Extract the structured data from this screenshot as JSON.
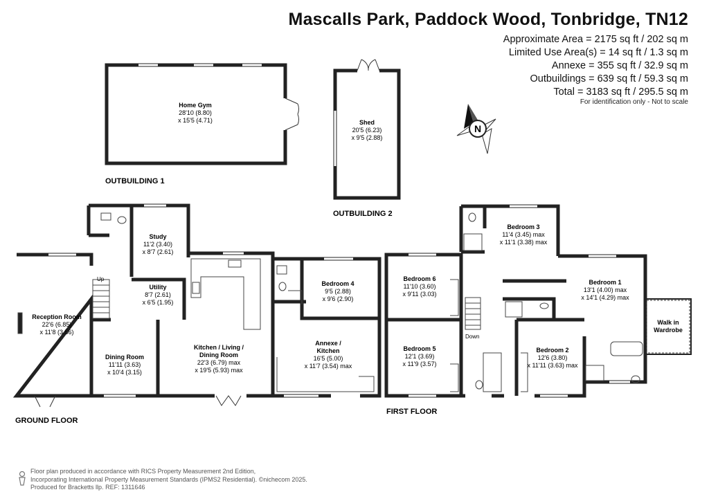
{
  "header": {
    "title": "Mascalls Park, Paddock Wood, Tonbridge, TN12",
    "areas": [
      "Approximate Area = 2175 sq ft / 202 sq m",
      "Limited Use Area(s) = 14 sq ft / 1.3 sq m",
      "Annexe = 355 sq ft / 32.9 sq m",
      "Outbuildings = 639 sq ft / 59.3 sq m",
      "Total = 3183 sq ft / 295.5 sq m"
    ],
    "note": "For identification only - Not to scale"
  },
  "compass": {
    "letter": "N"
  },
  "sections": {
    "outbuilding1": "OUTBUILDING 1",
    "outbuilding2": "OUTBUILDING 2",
    "ground_floor": "GROUND FLOOR",
    "first_floor": "FIRST FLOOR"
  },
  "rooms": {
    "home_gym": {
      "name": "Home Gym",
      "dim1": "28'10 (8.80)",
      "dim2": "x 15'5 (4.71)"
    },
    "shed": {
      "name": "Shed",
      "dim1": "20'5 (6.23)",
      "dim2": "x 9'5 (2.88)"
    },
    "study": {
      "name": "Study",
      "dim1": "11'2 (3.40)",
      "dim2": "x 8'7 (2.61)"
    },
    "utility": {
      "name": "Utility",
      "dim1": "8'7 (2.61)",
      "dim2": "x 6'5 (1.95)"
    },
    "reception": {
      "name": "Reception Room",
      "dim1": "22'6 (6.85)",
      "dim2": "x 11'8 (3.56)"
    },
    "dining": {
      "name": "Dining Room",
      "dim1": "11'11 (3.63)",
      "dim2": "x 10'4 (3.15)"
    },
    "kitchen": {
      "name1": "Kitchen / Living /",
      "name2": "Dining Room",
      "dim1": "22'3 (6.79) max",
      "dim2": "x 19'5 (5.93) max"
    },
    "bedroom4": {
      "name": "Bedroom 4",
      "dim1": "9'5 (2.88)",
      "dim2": "x 9'6 (2.90)"
    },
    "annexe": {
      "name1": "Annexe /",
      "name2": "Kitchen",
      "dim1": "16'5 (5.00)",
      "dim2": "x 11'7 (3.54) max"
    },
    "bedroom3": {
      "name": "Bedroom 3",
      "dim1": "11'4 (3.45) max",
      "dim2": "x 11'1 (3.38) max"
    },
    "bedroom6": {
      "name": "Bedroom 6",
      "dim1": "11'10 (3.60)",
      "dim2": "x 9'11 (3.03)"
    },
    "bedroom1": {
      "name": "Bedroom 1",
      "dim1": "13'1 (4.00) max",
      "dim2": "x 14'1 (4.29) max"
    },
    "walkin": {
      "name1": "Walk in",
      "name2": "Wardrobe"
    },
    "bedroom5": {
      "name": "Bedroom 5",
      "dim1": "12'1 (3.69)",
      "dim2": "x 11'9 (3.57)"
    },
    "bedroom2": {
      "name": "Bedroom 2",
      "dim1": "12'6 (3.80)",
      "dim2": "x 11'11 (3.63) max"
    }
  },
  "stairs": {
    "up": "Up",
    "down": "Down"
  },
  "footer": {
    "line1": "Floor plan produced in accordance with RICS Property Measurement 2nd Edition,",
    "line2": "Incorporating International Property Measurement Standards (IPMS2 Residential).",
    "copyright": "©nichecom 2025.",
    "line3": "Produced for Bracketts llp.",
    "ref": "REF:  1311646"
  }
}
